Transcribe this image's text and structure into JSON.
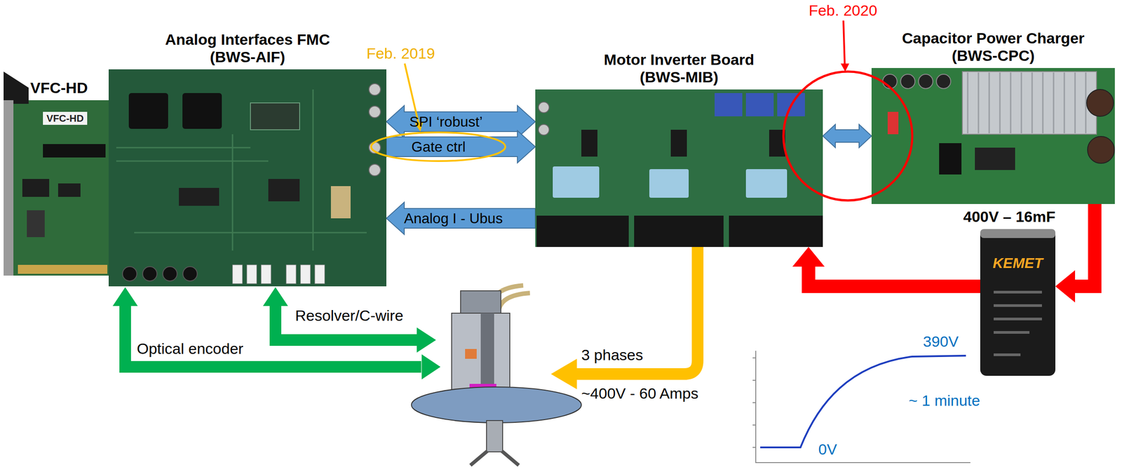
{
  "diagram": {
    "nodes": [
      {
        "text": [
          "VFC-HD",
          "VFC-HD"
        ]
      },
      {
        "text": [
          "Analog Interfaces FMC",
          "(BWS-AIF)"
        ]
      },
      {
        "text": [
          "Motor Inverter Board",
          "(BWS-MIB)"
        ]
      },
      {
        "text": [
          "Capacitor Power Charger",
          "(BWS-CPC)"
        ]
      },
      {
        "text": [
          "400V – 16mF",
          "KEMET"
        ]
      }
    ],
    "edges": [
      {
        "from": 1,
        "to": 2,
        "label": "SPI ‘robust’",
        "arrow": "both"
      },
      {
        "from": 1,
        "to": 2,
        "label": "Gate ctrl",
        "arrow": "to"
      },
      {
        "from": 2,
        "to": 1,
        "label": "Analog I - Ubus",
        "arrow": "to"
      },
      {
        "from": 2,
        "to": 3,
        "arrow": "both"
      },
      {
        "from": 3,
        "to": 4,
        "arrow": "to"
      },
      {
        "from": 4,
        "to": 2,
        "arrow": "to"
      }
    ],
    "labels": [
      "Feb. 2019",
      "Feb. 2020",
      "Optical encoder",
      "Resolver/C-wire",
      "3 phases",
      "~400V - 60 Amps",
      "390V",
      "~ 1 minute",
      "0V"
    ]
  }
}
